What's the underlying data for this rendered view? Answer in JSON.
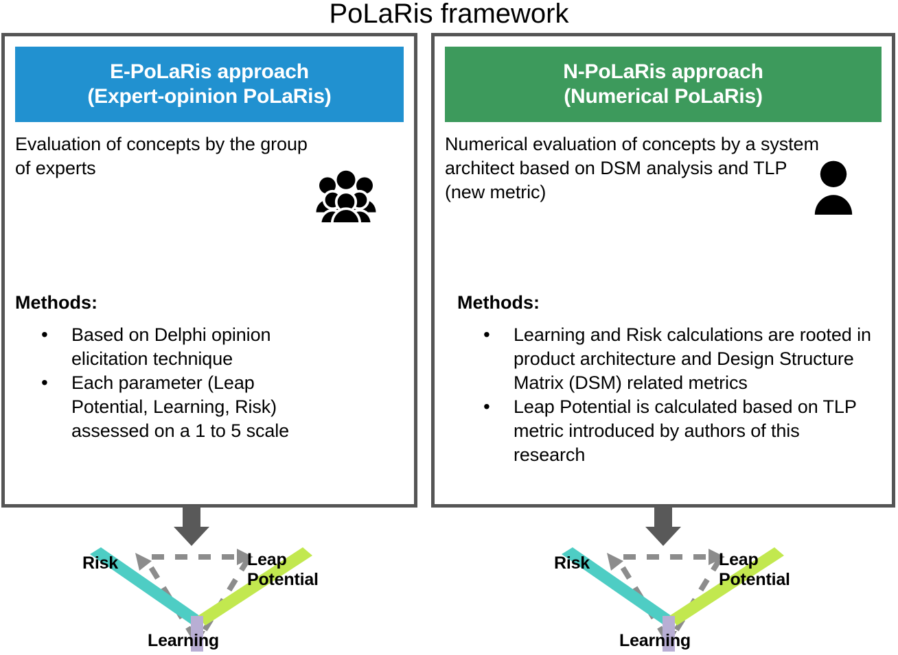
{
  "title": "PoLaRis framework",
  "colors": {
    "panel_border": "#555555",
    "left_header_bg": "#2191d0",
    "right_header_bg": "#3d9a5c",
    "arrow": "#595959",
    "dashed": "#8c8c8c",
    "risk_axis": "#4ecdc4",
    "leap_axis": "#c2e84f",
    "learning_axis": "#b8aed4"
  },
  "panels": [
    {
      "id": "left",
      "header_line1": "E-PoLaRis approach",
      "header_line2": "(Expert-opinion PoLaRis)",
      "intro": "Evaluation of concepts by the group of experts",
      "icon": "group-of-experts-icon",
      "methods_label": "Methods:",
      "bullets": [
        "Based on Delphi opinion elicitation technique",
        "Each parameter (Leap Potential, Learning, Risk) assessed on a 1 to 5 scale"
      ]
    },
    {
      "id": "right",
      "header_line1": "N-PoLaRis approach",
      "header_line2": "(Numerical PoLaRis)",
      "intro": "Numerical evaluation of concepts by a system architect based on DSM analysis and TLP (new metric)",
      "icon": "single-person-icon",
      "methods_label": "Methods:",
      "bullets": [
        "Learning and Risk calculations are rooted in product architecture and Design Structure Matrix (DSM) related metrics",
        "Leap Potential is calculated based on TLP metric introduced by authors of this research"
      ]
    }
  ],
  "radars": [
    {
      "id": "left",
      "labels": {
        "risk": "Risk",
        "leap_line1": "Leap",
        "leap_line2": "Potential",
        "learning": "Learning"
      }
    },
    {
      "id": "right",
      "labels": {
        "risk": "Risk",
        "leap_line1": "Leap",
        "leap_line2": "Potential",
        "learning": "Learning"
      }
    }
  ]
}
